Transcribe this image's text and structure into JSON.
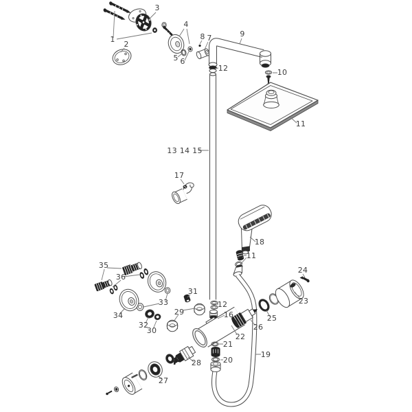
{
  "figure": {
    "kind": "exploded parts diagram",
    "subject": "thermostatic showerpipe with overhead shower, hand shower and shower hose",
    "background": "#ffffff",
    "line_color": "#4a4a4a",
    "dark_fill": "#232323",
    "label_color": "#3d3d3d"
  },
  "callouts": [
    {
      "text": "1",
      "name": "fixing-screws-set"
    },
    {
      "text": "2",
      "name": "wall-plate"
    },
    {
      "text": "3",
      "name": "mounting-bracket"
    },
    {
      "text": "4",
      "name": "escutcheon"
    },
    {
      "text": "5",
      "name": "o-ring"
    },
    {
      "text": "6",
      "name": "nut"
    },
    {
      "text": "8",
      "name": "set-screw"
    },
    {
      "text": "7",
      "name": "connection-nipple"
    },
    {
      "text": "9",
      "name": "shower-arm"
    },
    {
      "text": "10",
      "name": "washer-and-screw"
    },
    {
      "text": "11",
      "name": "overhead-shower"
    },
    {
      "text": "12",
      "name": "arm-seal-set"
    },
    {
      "text": "13 14 15",
      "name": "riser-pipe"
    },
    {
      "text": "17",
      "name": "shower-holder"
    },
    {
      "text": "18",
      "name": "hand-shower"
    },
    {
      "text": "11",
      "name": "check-valve-and-filter"
    },
    {
      "text": "12",
      "name": "pipe-seal-set"
    },
    {
      "text": "16",
      "name": "pipe-connector"
    },
    {
      "text": "22",
      "name": "thermostat-body"
    },
    {
      "text": "21",
      "name": "outlet-o-ring"
    },
    {
      "text": "20",
      "name": "filter-washer"
    },
    {
      "text": "19",
      "name": "shower-hose"
    },
    {
      "text": "23",
      "name": "temperature-handle"
    },
    {
      "text": "24",
      "name": "handle-screw"
    },
    {
      "text": "25",
      "name": "stop-ring-set"
    },
    {
      "text": "26",
      "name": "thermostat-cartridge"
    },
    {
      "text": "27",
      "name": "adapter-set"
    },
    {
      "text": "28",
      "name": "shut-off-unit"
    },
    {
      "text": "29",
      "name": "union-nuts"
    },
    {
      "text": "30",
      "name": "reducer"
    },
    {
      "text": "31",
      "name": "bushing"
    },
    {
      "text": "32",
      "name": "knurled-ring"
    },
    {
      "text": "33",
      "name": "small-nuts"
    },
    {
      "text": "34",
      "name": "wall-escutcheons"
    },
    {
      "text": "35",
      "name": "s-unions"
    },
    {
      "text": "36",
      "name": "seal-rings"
    }
  ]
}
